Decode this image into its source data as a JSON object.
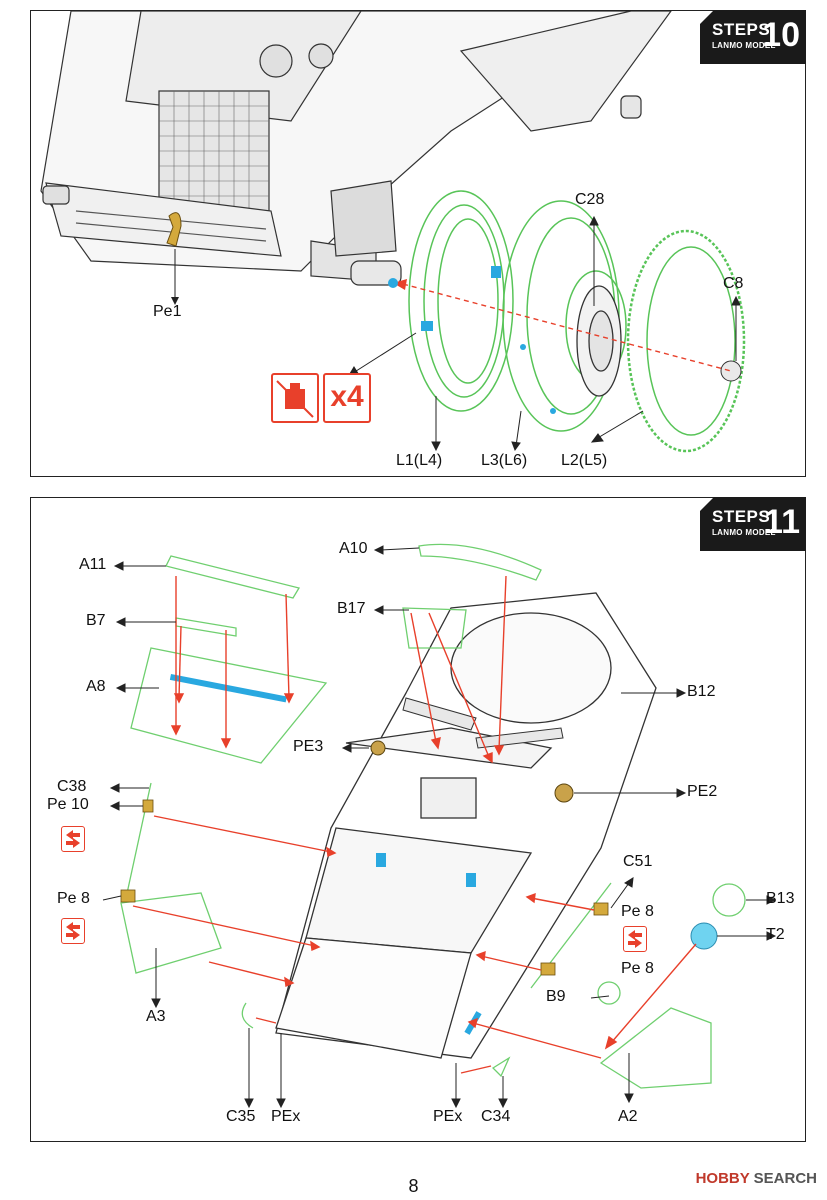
{
  "colors": {
    "accent": "#e8402b",
    "part_green": "#7ed67e",
    "highlight_blue": "#29a8e0",
    "brass": "#c9a24a"
  },
  "step10": {
    "badge": {
      "steps": "STEPS",
      "brand": "LANMO MODEL",
      "number": "10"
    },
    "labels": {
      "pe1": "Pe1",
      "c28": "C28",
      "c8": "C8",
      "l1": "L1(L4)",
      "l3": "L3(L6)",
      "l2": "L2(L5)"
    },
    "icons": {
      "glue_icon": "no-glue-icon",
      "multiplier": "x4"
    }
  },
  "step11": {
    "badge": {
      "steps": "STEPS",
      "brand": "LANMO MODEL",
      "number": "11"
    },
    "labels": {
      "a11": "A11",
      "b7": "B7",
      "a8": "A8",
      "a10": "A10",
      "b17": "B17",
      "b12": "B12",
      "pe3": "PE3",
      "pe2": "PE2",
      "c38": "C38",
      "pe10": "Pe 10",
      "pe8_left": "Pe 8",
      "c51": "C51",
      "pe8_r1": "Pe 8",
      "pe8_r2": "Pe 8",
      "b13": "B13",
      "t2": "T2",
      "b9": "B9",
      "a3": "A3",
      "a2": "A2",
      "c35": "C35",
      "pex1": "PEx",
      "pex2": "PEx",
      "c34": "C34"
    }
  },
  "footer": {
    "page_number": "8",
    "watermark_hobby": "HOBBY",
    "watermark_search": "SEARCH"
  }
}
